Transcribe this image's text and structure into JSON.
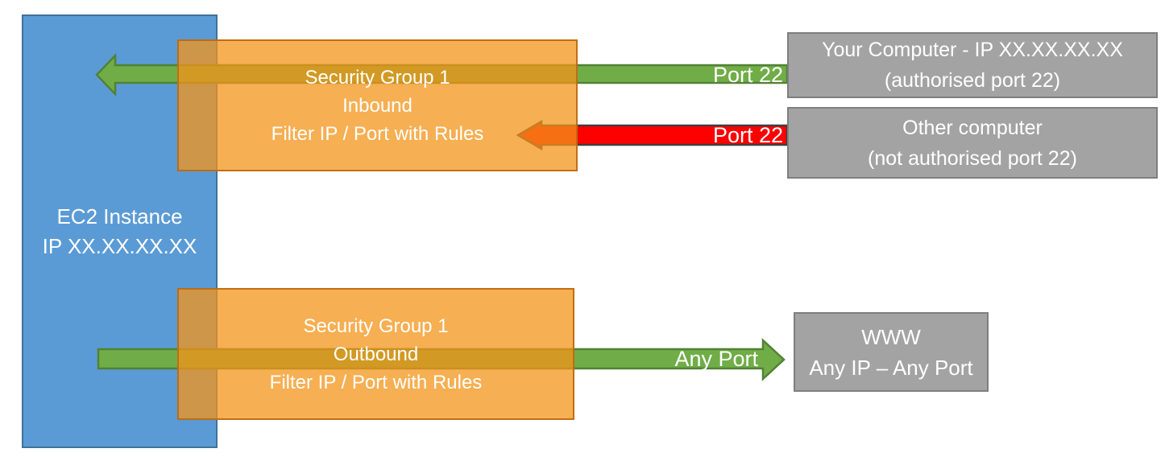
{
  "diagram": {
    "ec2": {
      "line1": "EC2 Instance",
      "line2": "IP XX.XX.XX.XX"
    },
    "sg_inbound": {
      "line1": "Security Group 1",
      "line2": "Inbound",
      "line3": "Filter IP / Port with Rules"
    },
    "sg_outbound": {
      "line1": "Security Group 1",
      "line2": "Outbound",
      "line3": "Filter IP / Port with Rules"
    },
    "your_computer": {
      "line1": "Your Computer - IP XX.XX.XX.XX",
      "line2": "(authorised port 22)"
    },
    "other_computer": {
      "line1": "Other computer",
      "line2": "(not authorised port 22)"
    },
    "www": {
      "line1": "WWW",
      "line2": "Any IP – Any Port"
    },
    "labels": {
      "inbound_allowed_port": "Port 22",
      "inbound_denied_port": "Port 22",
      "outbound_port": "Any Port"
    },
    "colors": {
      "ec2_blue": "#5B9BD5",
      "ec2_border": "#41719C",
      "sg_orange": "#F39418",
      "sg_border": "#B9670F",
      "allowed_green": "#70AD47",
      "green_border": "#538135",
      "denied_red": "#FF0000",
      "red_border": "#3F3F3F",
      "endpoint_gray": "#A3A3A3",
      "gray_border": "#7E7E7E",
      "text_white": "#FFFFFF"
    }
  }
}
